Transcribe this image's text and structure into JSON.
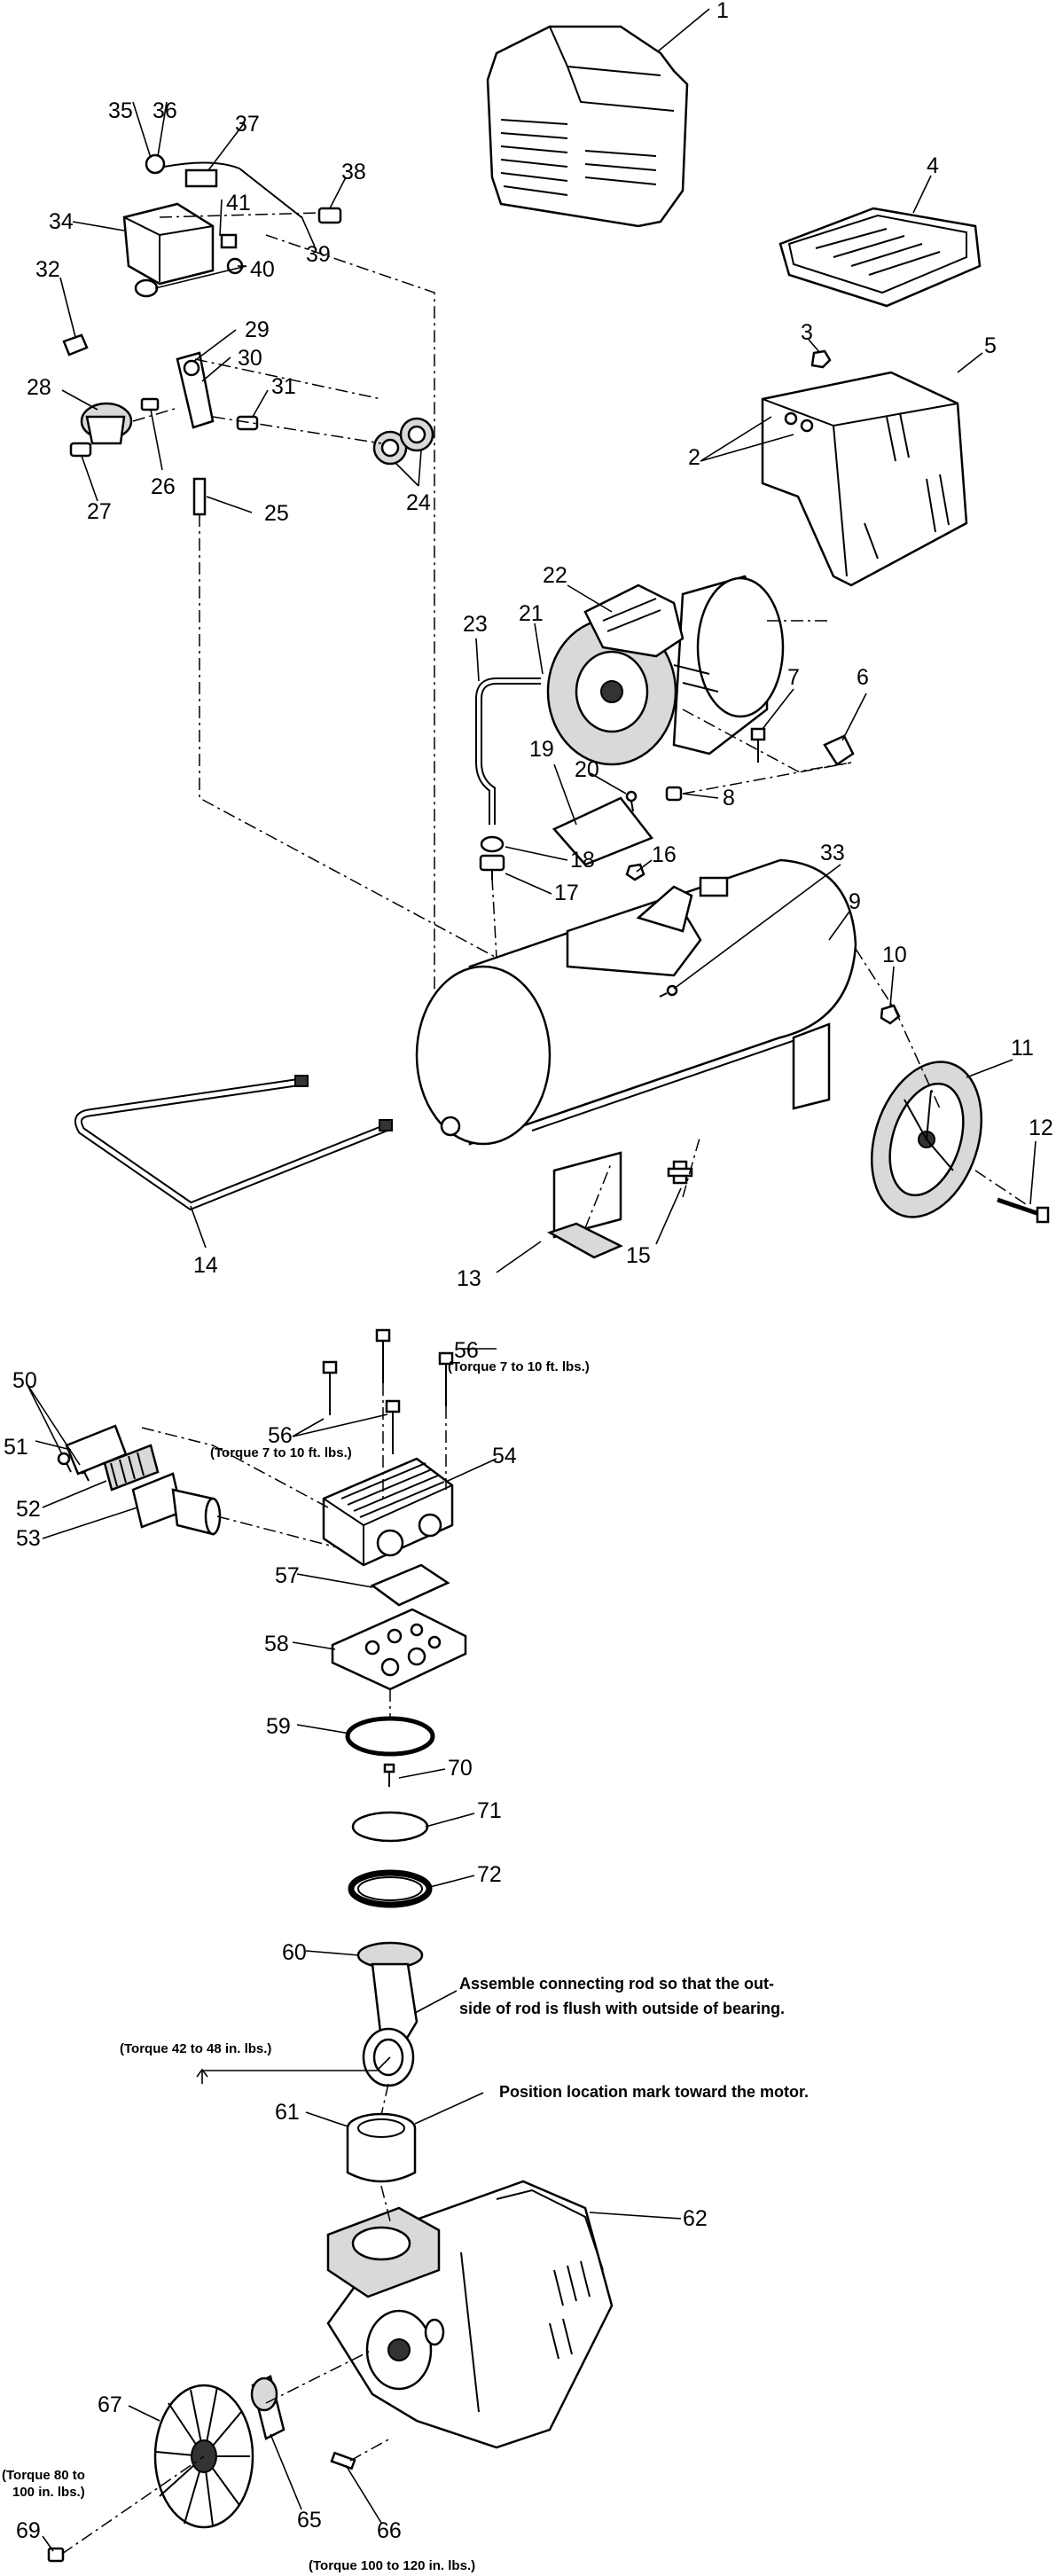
{
  "callouts": {
    "n1": "1",
    "n2": "2",
    "n3": "3",
    "n4": "4",
    "n5": "5",
    "n6": "6",
    "n7": "7",
    "n8": "8",
    "n9": "9",
    "n10": "10",
    "n11": "11",
    "n12": "12",
    "n13": "13",
    "n14": "14",
    "n15": "15",
    "n16": "16",
    "n17": "17",
    "n18": "18",
    "n19": "19",
    "n20": "20",
    "n21": "21",
    "n22": "22",
    "n23": "23",
    "n24": "24",
    "n25": "25",
    "n26": "26",
    "n27": "27",
    "n28": "28",
    "n29": "29",
    "n30": "30",
    "n31": "31",
    "n32": "32",
    "n33": "33",
    "n34": "34",
    "n35": "35",
    "n36": "36",
    "n37": "37",
    "n38": "38",
    "n39": "39",
    "n40": "40",
    "n41": "41",
    "n50": "50",
    "n51": "51",
    "n52": "52",
    "n53": "53",
    "n54": "54",
    "n56a": "56",
    "n56b": "56",
    "n57": "57",
    "n58": "58",
    "n59": "59",
    "n60": "60",
    "n61": "61",
    "n62": "62",
    "n65": "65",
    "n66": "66",
    "n67": "67",
    "n69": "69",
    "n70": "70",
    "n71": "71",
    "n72": "72"
  },
  "notes": {
    "torque_56_right": "(Torque 7 to 10 ft. lbs.)",
    "torque_56_left": "(Torque 7 to 10 ft. lbs.)",
    "torque_rod": "(Torque 42 to 48 in. lbs.)",
    "assemble_line1": "Assemble connecting rod so that the out-",
    "assemble_line2": "side of  rod is flush with outside of bearing.",
    "position_mark": "Position location mark toward the motor.",
    "torque_69_line1": "(Torque 80 to",
    "torque_69_line2": "100 in. lbs.)",
    "torque_66": "(Torque 100 to 120 in. lbs.)"
  }
}
